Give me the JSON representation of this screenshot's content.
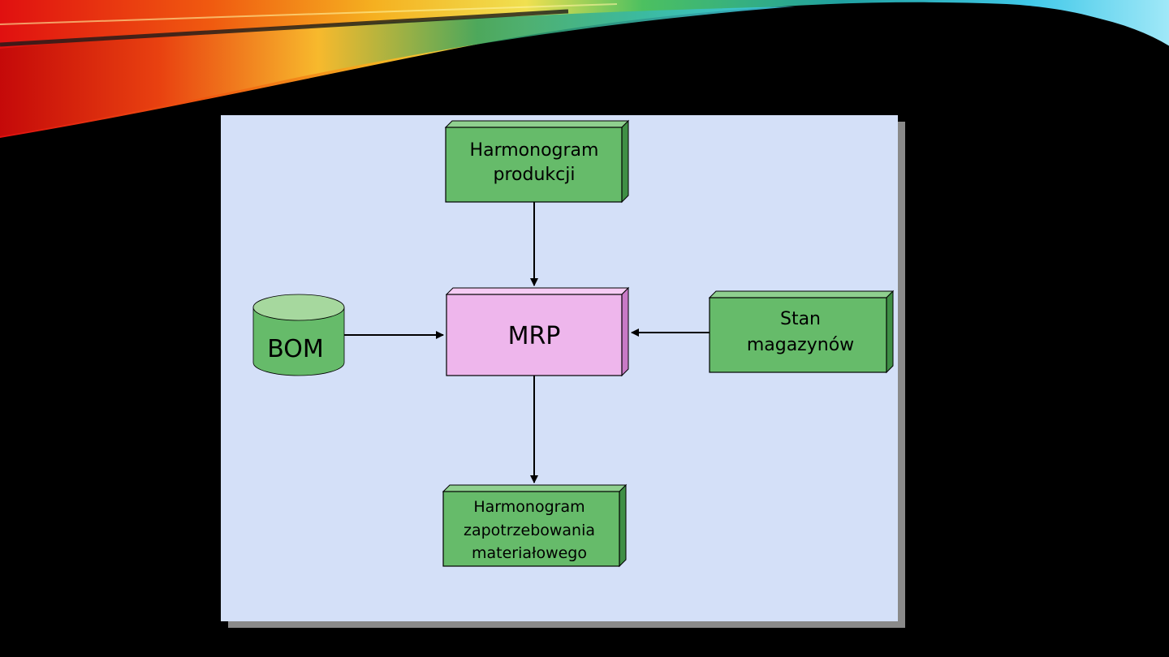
{
  "colors": {
    "background": "#000000",
    "diagram_background": "#d4e0f8",
    "green_node": "#66bb6a",
    "pink_node": "#eeb6ec",
    "connector": "#000000"
  },
  "nodes": {
    "top": {
      "lines": [
        "Harmonogram",
        "produkcji"
      ]
    },
    "center": {
      "lines": [
        "MRP"
      ]
    },
    "left": {
      "lines": [
        "BOM"
      ]
    },
    "right": {
      "lines": [
        "Stan",
        "magazynów"
      ]
    },
    "bottom": {
      "lines": [
        "Harmonogram",
        "zapotrzebowania",
        "materiałowego"
      ]
    }
  },
  "edges": [
    {
      "from": "top",
      "to": "center"
    },
    {
      "from": "left",
      "to": "center"
    },
    {
      "from": "right",
      "to": "center"
    },
    {
      "from": "center",
      "to": "bottom"
    }
  ]
}
